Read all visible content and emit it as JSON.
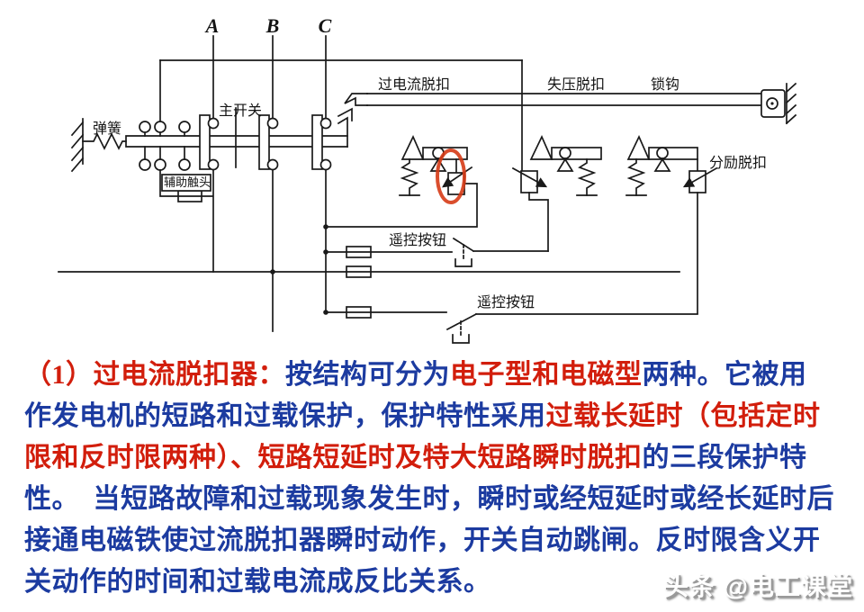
{
  "colors": {
    "red": "#d21e0c",
    "blue": "#1c3ba0",
    "annot": "#d63b16",
    "ink": "#1a1a1a"
  },
  "diagram": {
    "phases": [
      "A",
      "B",
      "C"
    ],
    "labels": {
      "spring": "弹簧",
      "main_switch": "主开关",
      "aux_contact": "辅助触头",
      "overcurrent_trip": "过电流脱扣",
      "undervoltage_trip": "失压脱扣",
      "lock_hook": "锁钩",
      "shunt_trip": "分励脱扣",
      "remote_button_1": "遥控按钮",
      "remote_button_2": "遥控按钮"
    }
  },
  "paragraph": {
    "lines": [
      {
        "segs": [
          {
            "t": "（1）过电流脱扣器：",
            "c": "red"
          },
          {
            "t": "按结构可分为",
            "c": "blue"
          },
          {
            "t": "电子型和电磁型",
            "c": "red"
          },
          {
            "t": "两种。它被用",
            "c": "blue"
          }
        ]
      },
      {
        "segs": [
          {
            "t": "作发电机的短路和过载保护，保护特性采用",
            "c": "blue"
          },
          {
            "t": "过载长延时（包括定时",
            "c": "red"
          }
        ]
      },
      {
        "segs": [
          {
            "t": "限和反时限两种）、短路短延时及特大短路瞬时脱扣",
            "c": "red"
          },
          {
            "t": "的三段保护特",
            "c": "blue"
          }
        ]
      },
      {
        "segs": [
          {
            "t": "性。　当短路故障和过载现象发生时，瞬时或经短延时或经长延时后",
            "c": "blue"
          }
        ]
      },
      {
        "segs": [
          {
            "t": "接通电磁铁使过流脱扣器瞬时动作，开关自动跳闸。反时限含义开",
            "c": "blue"
          }
        ]
      },
      {
        "segs": [
          {
            "t": "关动作的时间和过载电流成反比关系。",
            "c": "blue"
          }
        ]
      }
    ]
  },
  "watermark": "头条 @电工课堂"
}
